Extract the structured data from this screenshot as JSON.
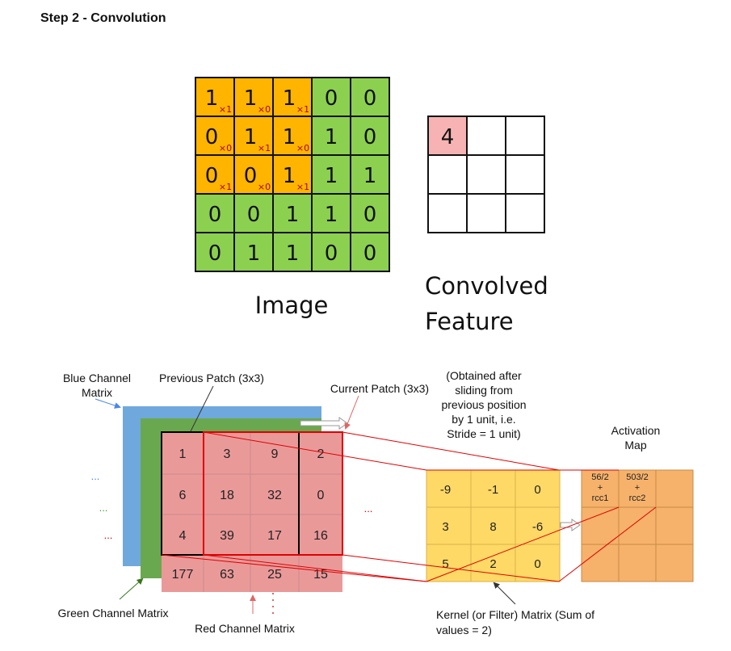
{
  "heading": "Step 2 - Convolution",
  "top_example": {
    "image_matrix": [
      [
        "1",
        "1",
        "1",
        "0",
        "0"
      ],
      [
        "0",
        "1",
        "1",
        "1",
        "0"
      ],
      [
        "0",
        "0",
        "1",
        "1",
        "1"
      ],
      [
        "0",
        "0",
        "1",
        "1",
        "0"
      ],
      [
        "0",
        "1",
        "1",
        "0",
        "0"
      ]
    ],
    "kernel_marks": [
      [
        "×1",
        "×0",
        "×1"
      ],
      [
        "×0",
        "×1",
        "×0"
      ],
      [
        "×1",
        "×0",
        "×1"
      ]
    ],
    "image_label": "Image",
    "convolved_value": "4",
    "convolved_label_line1": "Convolved",
    "convolved_label_line2": "Feature",
    "colors": {
      "patch": "#ffb400",
      "image": "#8cd050",
      "result": "#f7b3b3",
      "mark": "#b00000"
    }
  },
  "bottom_diagram": {
    "label_blue_1": "Blue Channel",
    "label_blue_2": "Matrix",
    "label_previous_patch": "Previous Patch (3x3)",
    "label_current_patch": "Current Patch (3x3)",
    "label_obtained_1": "(Obtained after",
    "label_obtained_2": "sliding from",
    "label_obtained_3": "previous position",
    "label_obtained_4": "by 1 unit, i.e.",
    "label_obtained_5": "Stride = 1 unit)",
    "label_activation_1": "Activation",
    "label_activation_2": "Map",
    "label_green": "Green Channel Matrix",
    "label_red": "Red Channel Matrix",
    "label_kernel_1": "Kernel (or Filter) Matrix (Sum of",
    "label_kernel_2": "values = 2)",
    "ellipsis": "...",
    "red_matrix": [
      [
        "1",
        "3",
        "9",
        "2"
      ],
      [
        "6",
        "18",
        "32",
        "0"
      ],
      [
        "4",
        "39",
        "17",
        "16"
      ],
      [
        "177",
        "63",
        "25",
        "15"
      ]
    ],
    "kernel_matrix": [
      [
        "-9",
        "-1",
        "0"
      ],
      [
        "3",
        "8",
        "-6"
      ],
      [
        "5",
        "2",
        "0"
      ]
    ],
    "activation_cell_1": [
      "56/2",
      "+",
      "rcc1"
    ],
    "activation_cell_2": [
      "503/2",
      "+",
      "rcc2"
    ],
    "colors": {
      "blue": "#6fa8dc",
      "green": "#6aa84f",
      "red": "#ea9999",
      "kernel": "#ffd966",
      "activation": "#f6b26b",
      "highlight": "#e00000"
    }
  }
}
